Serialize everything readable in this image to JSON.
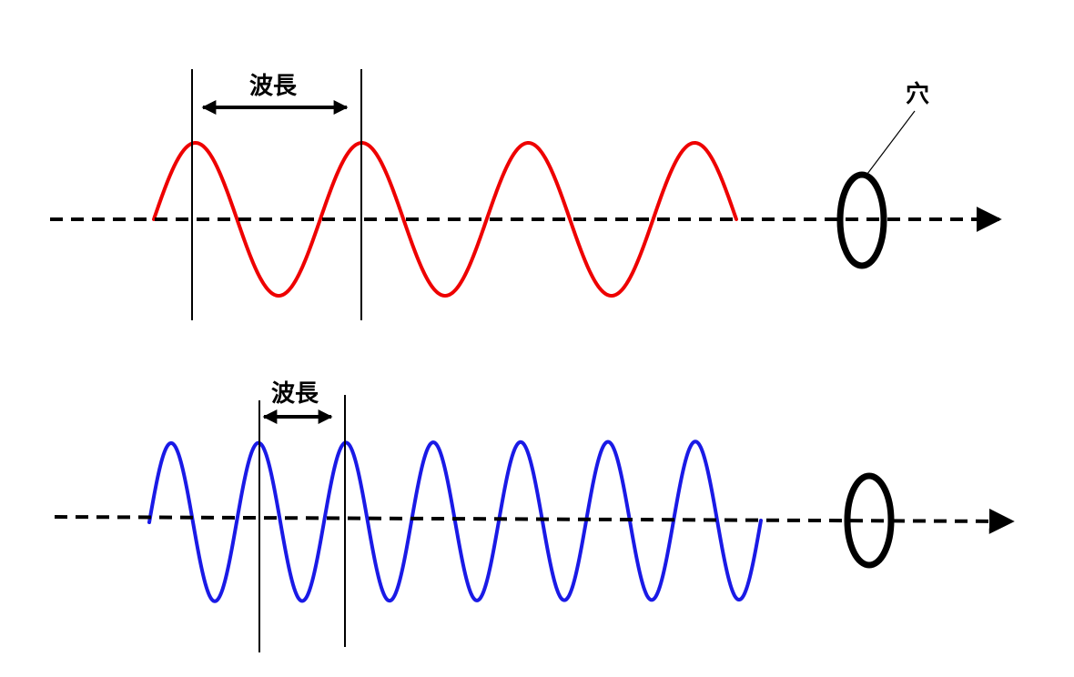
{
  "top_panel": {
    "wavelength_label": "波長",
    "hole_label": "穴",
    "wave_color": "#ee0000",
    "wave_cycles": 3.5
  },
  "bottom_panel": {
    "wavelength_label": "波長",
    "wave_color": "#1a1ae6",
    "wave_cycles": 7
  },
  "colors": {
    "axis": "#000000",
    "hole": "#000000",
    "marker": "#000000"
  }
}
